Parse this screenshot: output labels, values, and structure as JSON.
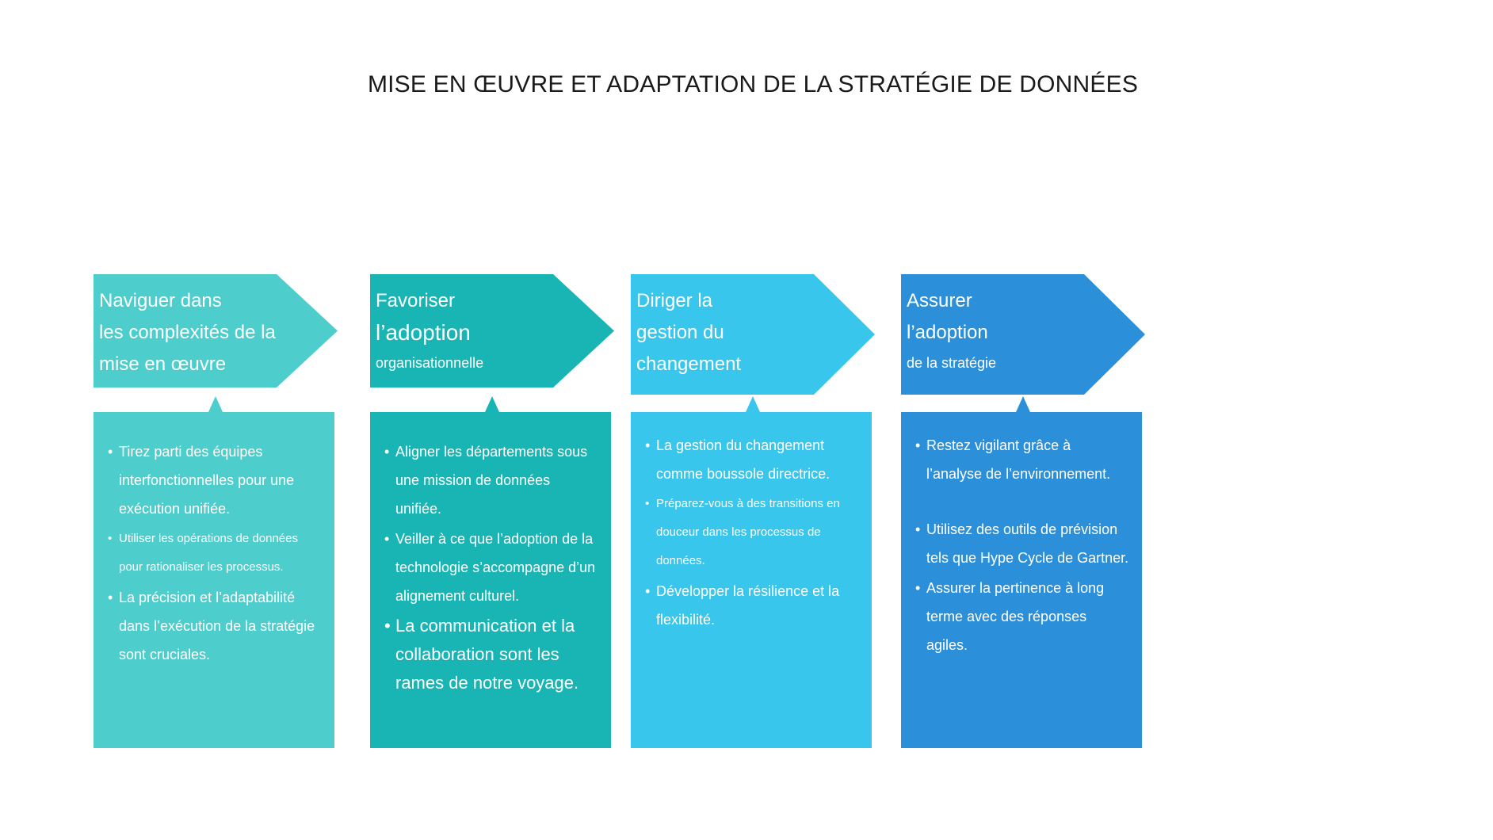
{
  "title": "MISE EN ŒUVRE ET ADAPTATION DE LA STRATÉGIE DE DONNÉES",
  "colors": {
    "col1_arrow": "#4ecdcd",
    "col1_box": "#4ecdcd",
    "col2_arrow": "#19b5b5",
    "col2_box": "#19b5b5",
    "col3_arrow": "#38c6ec",
    "col3_box": "#38c6ec",
    "col4_arrow": "#2b90d9",
    "col4_box": "#2b90d9",
    "title_text": "#1a1a1a",
    "card_text": "#ffffff"
  },
  "columns": [
    {
      "heading_lines": [
        "Naviguer dans",
        "les complexités de la",
        "mise en œuvre"
      ],
      "bullets": [
        "Tirez parti des équipes interfonctionnelles pour une exécution unifiée.",
        "Utiliser les opérations de données pour rationaliser les processus.",
        "La précision et l’adaptabilité dans l’exécution de la stratégie sont cruciales."
      ]
    },
    {
      "heading_lines": [
        "Favoriser",
        "l’adoption",
        "organisationnelle"
      ],
      "bullets": [
        "Aligner les départements sous une mission de données unifiée.",
        "Veiller à ce que l’adoption de la technologie s’accompagne d’un alignement culturel.",
        "La communication et la collaboration sont les rames de notre voyage."
      ]
    },
    {
      "heading_lines": [
        "Diriger la",
        "gestion du",
        "changement"
      ],
      "bullets": [
        "La gestion du changement comme boussole directrice.",
        "Préparez-vous à des transitions en douceur dans les processus de données.",
        "Développer la résilience et la flexibilité."
      ]
    },
    {
      "heading_lines": [
        "Assurer",
        "l’adoption",
        "de la stratégie"
      ],
      "bullets": [
        "Restez vigilant grâce à l’analyse de l’environnement.",
        "Utilisez des outils de prévision tels que Hype Cycle de Gartner.",
        "Assurer la pertinence à long terme avec des réponses agiles."
      ]
    }
  ]
}
